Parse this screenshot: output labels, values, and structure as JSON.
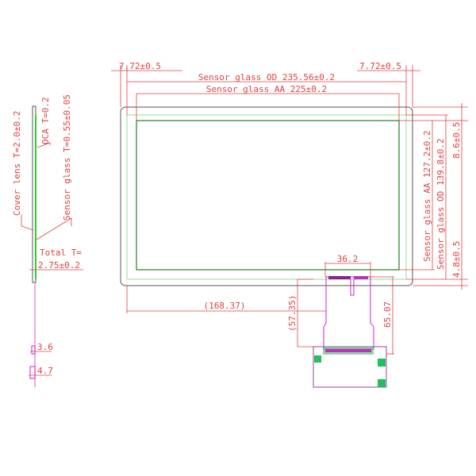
{
  "colors": {
    "dimension": "#e04040",
    "cover_lens": "#555555",
    "sensor_od": "#90e090",
    "sensor_aa": "#208020",
    "fpc": "#d020d0",
    "connector": "#a040a0",
    "pad": "#20c060"
  },
  "side_view": {
    "cover_lens": "Cover lens T=2.0±0.2",
    "oca": "OCA T=0.2",
    "sensor_glass": "Sensor glass T=0.55±0.05",
    "total_line1": "Total T=",
    "total_line2": "2.75±0.2",
    "fpc_thickness_1": "3.6",
    "fpc_thickness_2": "4.7"
  },
  "front_view": {
    "left_margin": "7.72±0.5",
    "right_margin": "7.72±0.5",
    "sensor_od_width": "Sensor glass OD 235.56±0.2",
    "sensor_aa_width": "Sensor glass AA 225±0.2",
    "sensor_aa_height": "Sensor glass AA 127.2±0.2",
    "sensor_od_height": "Sensor glass OD 139.8±0.2",
    "top_margin": "8.6±0.5",
    "bottom_margin": "4.8±0.5",
    "fpc_width": "36.2",
    "fpc_offset": "(168.37)",
    "fpc_length_ref": "(57.35)",
    "fpc_length": "65.07"
  }
}
